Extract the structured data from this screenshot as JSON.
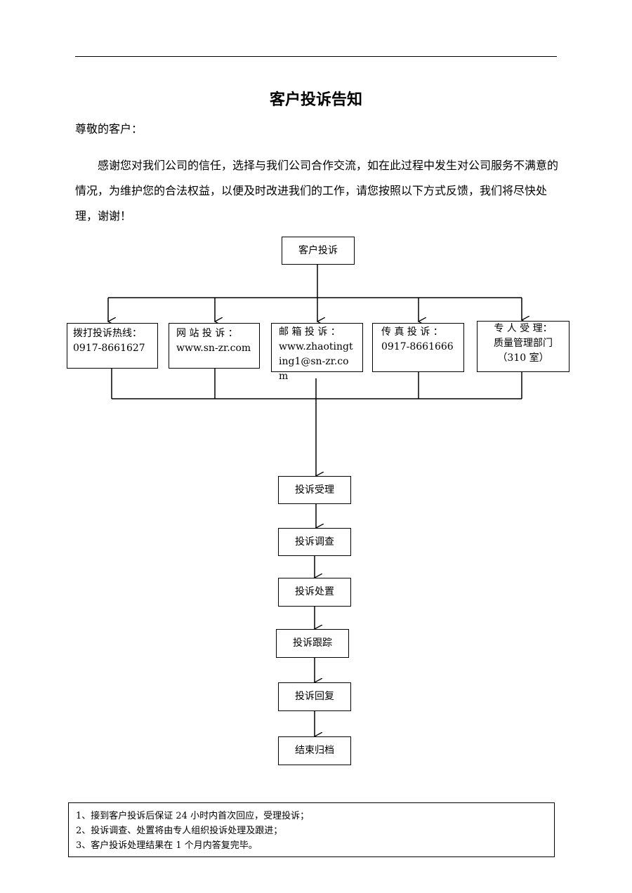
{
  "document": {
    "title": "客户投诉告知",
    "salutation": "尊敬的客户：",
    "intro": "感谢您对我们公司的信任，选择与我们公司合作交流，如在此过程中发生对公司服务不满意的情况，为维护您的合法权益，以便及时改进我们的工作，请您按照以下方式反馈，我们将尽快处理，谢谢！"
  },
  "flowchart": {
    "root": "客户投诉",
    "channels": [
      {
        "label": "拨打投诉热线：",
        "detail": "0917-8661627"
      },
      {
        "label": "网 站 投 诉 ：",
        "detail": "www.sn-zr.com"
      },
      {
        "label": "邮 箱 投 诉 ：",
        "detail": "www.zhaotingting1@sn-zr.com"
      },
      {
        "label": "传 真 投 诉 ：",
        "detail": "0917-8661666"
      },
      {
        "label": "专 人 受 理：",
        "detail": "质量管理部门",
        "extra": "（310 室）"
      }
    ],
    "steps": [
      "投诉受理",
      "投诉调查",
      "投诉处置",
      "投诉跟踪",
      "投诉回复",
      "结束归档"
    ]
  },
  "notes": [
    "1、接到客户投诉后保证 24 小时内首次回应，受理投诉；",
    "2、投诉调查、处置将由专人组织投诉处理及跟进；",
    "3、客户投诉处理结果在 1 个月内答复完毕。"
  ]
}
